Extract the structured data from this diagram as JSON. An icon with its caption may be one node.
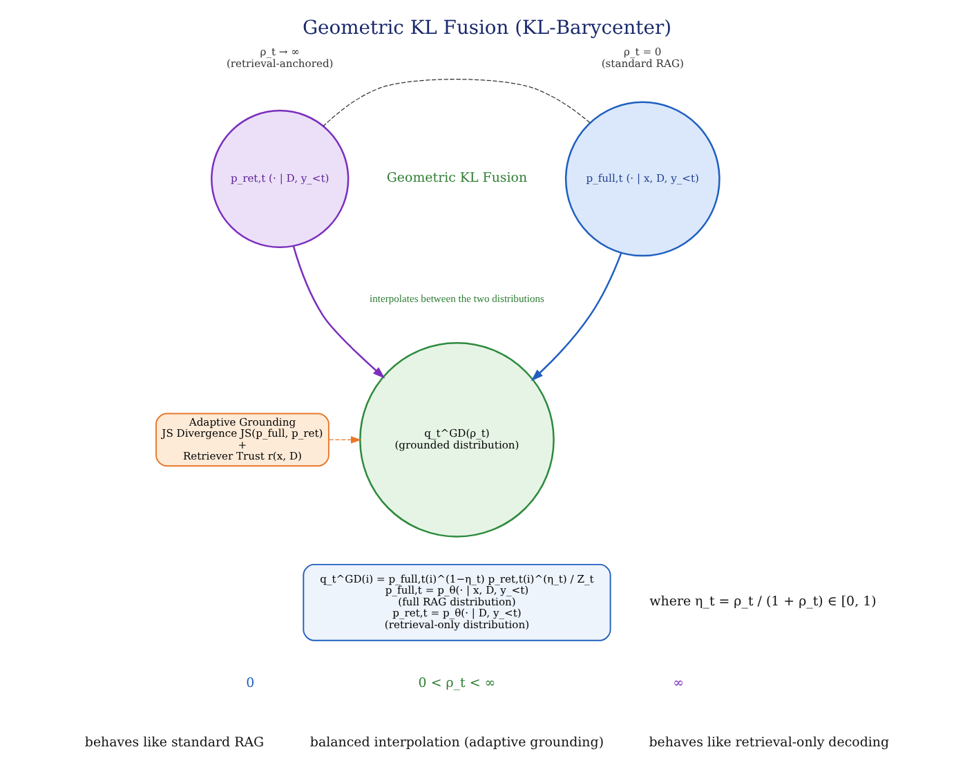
{
  "diagram": {
    "title": "Geometric KL Fusion (KL-Barycenter)",
    "nodes": [
      {
        "text": [
          "p_full,t (· | x, D, y_<t)"
        ],
        "beside": [
          "ρ_t = 0",
          "(standard RAG)"
        ]
      },
      {
        "text": [
          "p_ret,t (· | D, y_<t)"
        ],
        "beside": [
          "ρ_t → ∞",
          "(retrieval-anchored)"
        ]
      },
      {
        "text": [
          "q_t^GD(ρ_t)",
          "(grounded distribution)"
        ]
      },
      {
        "text": [
          "Adaptive Grounding",
          "JS Divergence JS(p_full, p_ret)",
          "+",
          "Retriever Trust r(x, D)"
        ]
      },
      {
        "text": [
          "q_t^GD(i) = p_full,t(i)^(1−η_t) p_ret,t(i)^(η_t) / Z_t",
          "p_full,t = p_θ(· | x, D, y_<t)",
          "(full RAG distribution)",
          "p_ret,t = p_θ(· | D, y_<t)",
          "(retrieval-only distribution)"
        ]
      }
    ],
    "edges": [
      {
        "from": 0,
        "to": 1,
        "arrow": "none",
        "style": "dashed",
        "color": "#333333"
      },
      {
        "from": 0,
        "to": 2,
        "arrow": "to",
        "color": "#1f5fbf"
      },
      {
        "from": 1,
        "to": 2,
        "arrow": "to",
        "color": "#7b2fbe"
      },
      {
        "from": 3,
        "to": 2,
        "arrow": "to",
        "style": "dashed",
        "color": "#e8772a"
      }
    ],
    "labels": [
      "Geometric KL Fusion",
      "interpolates between the two distributions",
      "where η_t = ρ_t / (1 + ρ_t) ∈ [0, 1)",
      "0",
      "behaves like standard RAG",
      "0 < ρ_t < ∞",
      "balanced interpolation (adaptive grounding)",
      "∞",
      "behaves like retrieval-only decoding"
    ]
  }
}
